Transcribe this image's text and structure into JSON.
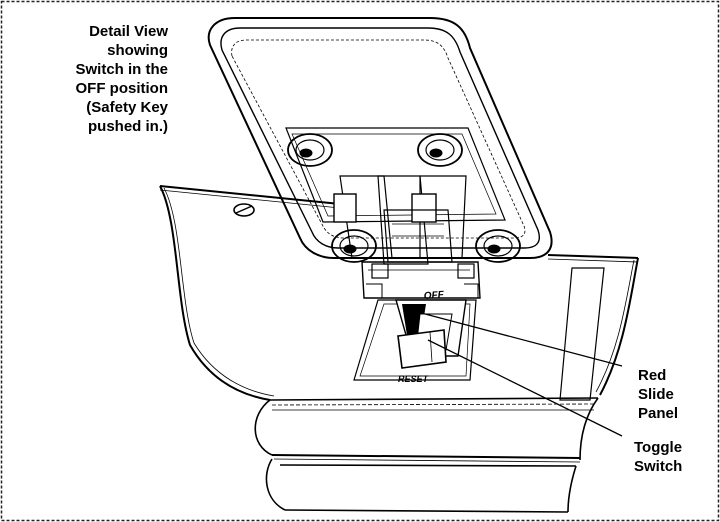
{
  "caption": "Detail View\nshowing\nSwitch in the\nOFF position\n(Safety Key\npushed in.)",
  "labels": {
    "off": "OFF",
    "reset": "RESET"
  },
  "callouts": {
    "red_slide_panel": "Red\nSlide\nPanel",
    "toggle_switch": "Toggle\nSwitch"
  }
}
